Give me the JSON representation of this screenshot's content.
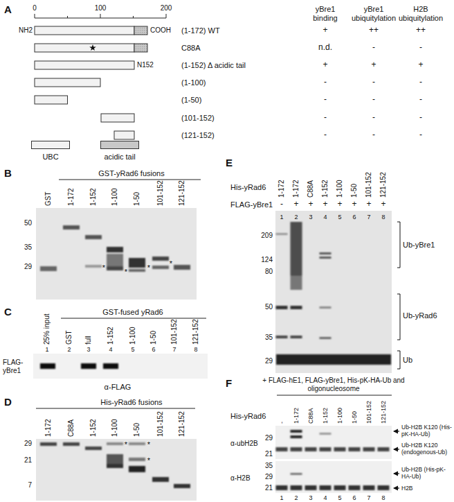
{
  "diagram": {
    "labels": [
      "A",
      "0",
      "100",
      "200",
      "yBre1 binding",
      "yBre1 ubiquitylation",
      "H2B ubiquitylation",
      "NH2",
      "COOH",
      "(1-172) WT",
      "+",
      "++",
      "++",
      "C88A",
      "n.d.",
      "-",
      "-",
      "N152",
      "(1-152) Δ acidic tail",
      "+",
      "+",
      "+",
      "(1-100)",
      "-",
      "-",
      "-",
      "(1-50)",
      "-",
      "-",
      "-",
      "(101-152)",
      "-",
      "-",
      "-",
      "(121-152)",
      "-",
      "-",
      "-",
      "B",
      "GST-yRad6 fusions",
      "GST",
      "1-172",
      "1-152",
      "1-100",
      "1-50",
      "101-152",
      "121-152",
      "50",
      "35",
      "29",
      "*",
      "*",
      "*",
      "*",
      "C",
      "GST-fused yRad6",
      "25% input",
      "GST",
      "full",
      "1-152",
      "1-100",
      "1-50",
      "101-152",
      "121-152",
      "1",
      "2",
      "3",
      "4",
      "5",
      "6",
      "7",
      "8",
      "FLAG-yBre1",
      "α-FLAG",
      "D",
      "His-yRad6 fusions",
      "1-172",
      "C88A",
      "1-152",
      "1-100",
      "1-50",
      "101-152",
      "121-152",
      "29",
      "21",
      "7",
      "*",
      "*",
      "*",
      "E",
      "His-yRad6",
      "1-172",
      "1-172",
      "C88A",
      "1-152",
      "1-100",
      "1-50",
      "101-152",
      "121-152",
      "FLAG-yBre1",
      "-",
      "+",
      "+",
      "+",
      "+",
      "+",
      "+",
      "+",
      "1",
      "2",
      "3",
      "4",
      "5",
      "6",
      "7",
      "8",
      "209",
      "124",
      "80",
      "50",
      "35",
      "29",
      "Ub-yBre1",
      "Ub-yRad6",
      "Ub",
      "F",
      "+ FLAG-hE1, FLAG-yBre1, His-pK-HA-Ub and oligonucleosome",
      "His-yRad6",
      "-",
      "1-172",
      "C88A",
      "1-152",
      "1-100",
      "1-50",
      "101-152",
      "121-152",
      "α-ubH2B",
      "29",
      "21",
      "α-H2B",
      "35",
      "29",
      "21",
      "Ub-H2B K120 (His-pK-HA-Ub)",
      "Ub-H2B K120 (endogenous-Ub)",
      "Ub-H2B (His-pK-HA-Ub)",
      "H2B",
      "1",
      "2",
      "3",
      "4",
      "5",
      "6",
      "7",
      "8"
    ],
    "legend": [
      {
        "text": "UBC",
        "color": "#f2f2f2"
      },
      {
        "text": "acidic tail",
        "color": "#c8c8c8"
      }
    ]
  }
}
